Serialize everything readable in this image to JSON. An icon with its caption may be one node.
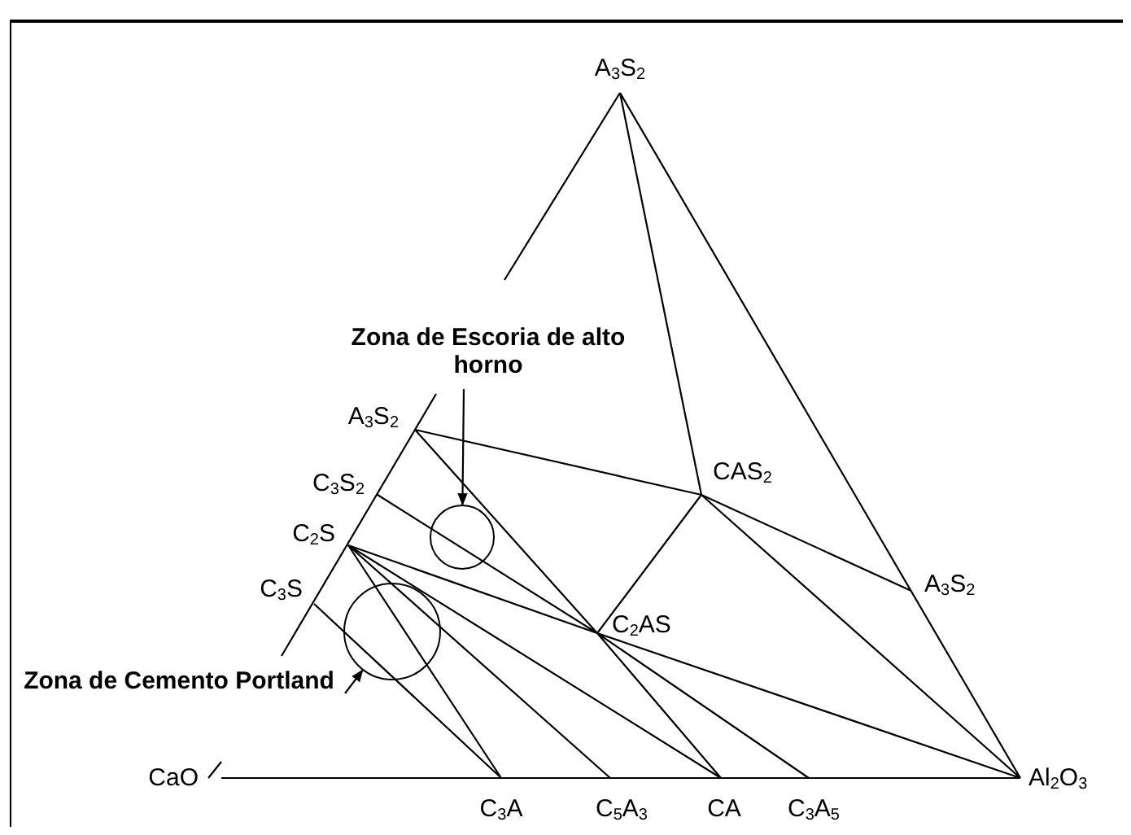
{
  "diagram": {
    "nodes": [
      {
        "text": [
          "Zona de Escoria de alto horno"
        ]
      },
      {
        "text": [],
        "shape": "circle"
      },
      {
        "text": [
          "Zona de Cemento Portland"
        ]
      },
      {
        "text": [],
        "shape": "circle"
      }
    ],
    "edges": [
      {
        "from": 0,
        "to": 1,
        "arrow": "to"
      },
      {
        "from": 2,
        "to": 3,
        "arrow": "to"
      }
    ],
    "labels": [
      "A$_{3}$S$_{2}$",
      "A$_{3}$S$_{2}$",
      "CAS$_{2}$",
      "C$_{3}$S$_{2}$",
      "C$_{2}$S",
      "A$_{3}$S$_{2}$",
      "C$_{2}$AS",
      "C$_{3}$S",
      "CaO",
      "Al$_{2}$O$_{3}$",
      "C$_{3}$A",
      "C$_{5}$A$_{3}$",
      "CA",
      "C$_{3}$A$_{5}$"
    ]
  }
}
